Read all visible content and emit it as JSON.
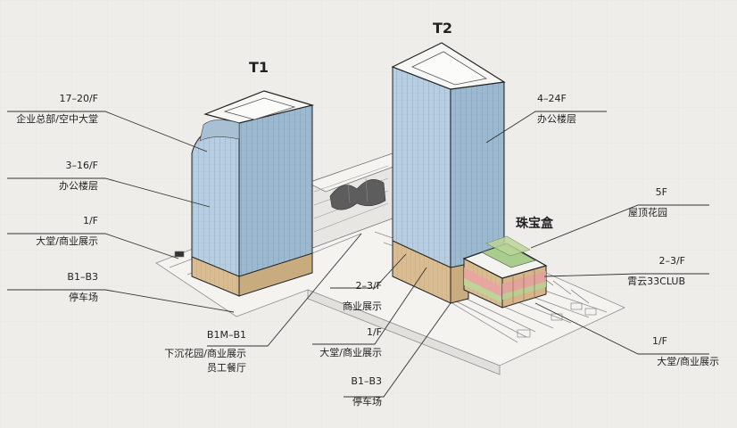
{
  "towers": {
    "t1": "T1",
    "t2": "T2",
    "jewel_box": "珠宝盒"
  },
  "labels": {
    "t1_top_floor": "17–20/F",
    "t1_top_use": "企业总部/空中大堂",
    "t1_mid_floor": "3–16/F",
    "t1_mid_use": "办公楼层",
    "t1_lobby_floor": "1/F",
    "t1_lobby_use": "大堂/商业展示",
    "t1_base_floor": "B1–B3",
    "t1_base_use": "停车场",
    "b1m_floor": "B1M–B1",
    "b1m_use_1": "下沉花园/商业展示",
    "b1m_use_2": "员工餐厅",
    "t2_office_floor": "4–24F",
    "t2_office_use": "办公楼层",
    "t2_retail_floor": "2–3/F",
    "t2_retail_use": "商业展示",
    "t2_lobby_floor": "1/F",
    "t2_lobby_use": "大堂/商业展示",
    "t2_base_floor": "B1–B3",
    "t2_base_use": "停车场",
    "box_roof_floor": "5F",
    "box_roof_use": "屋顶花园",
    "box_club_floor": "2–3/F",
    "box_club_use": "霄云33CLUB",
    "box_lobby_floor": "1/F",
    "box_lobby_use": "大堂/商业展示"
  },
  "colors": {
    "background": "#efedea",
    "glass_light": "#b9cfe0",
    "glass_dark": "#8fb0c9",
    "podium_gold": "#d7b98d",
    "roof_green": "#a9cd8c",
    "club_pink": "#e8a4a2",
    "club_green": "#bcd59a",
    "line": "#333333"
  }
}
